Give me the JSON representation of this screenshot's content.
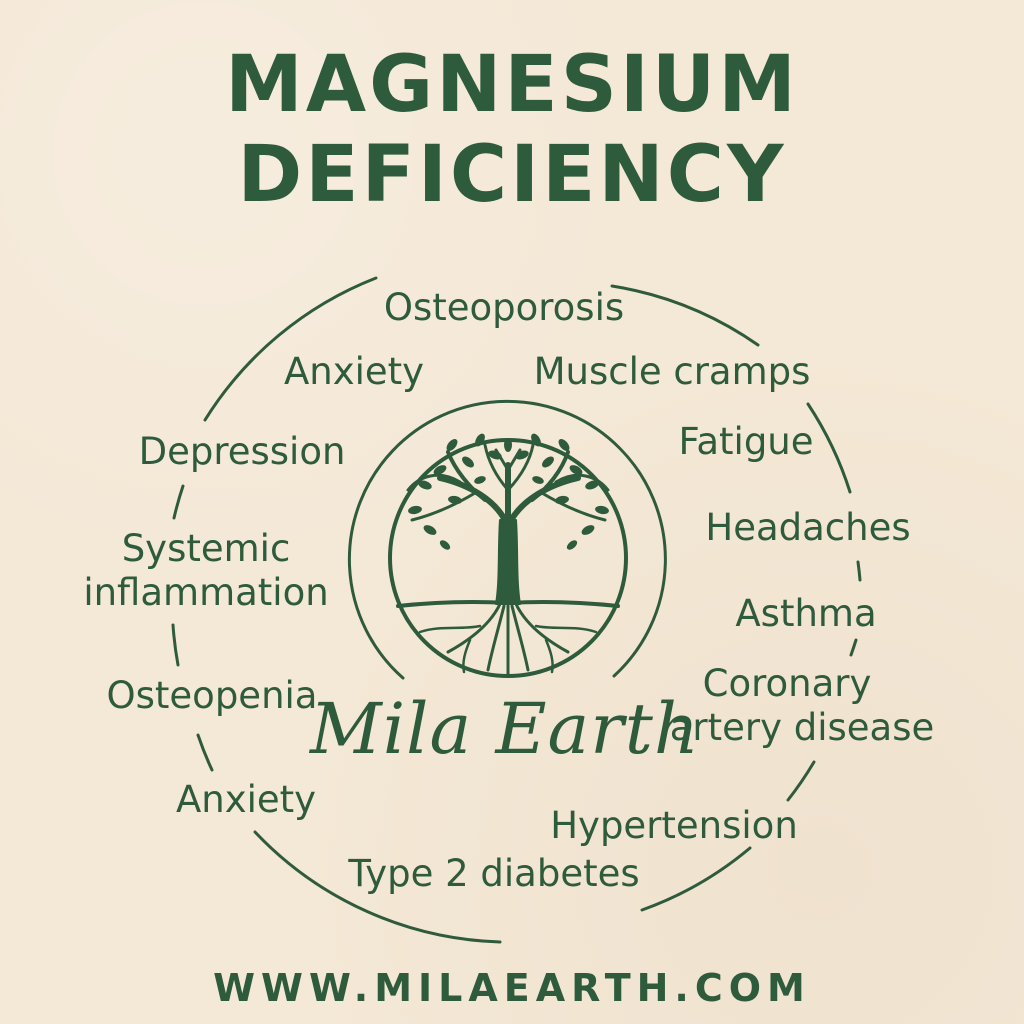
{
  "title": {
    "line1": "MAGNESIUM",
    "line2": "DEFICIENCY"
  },
  "symptoms": {
    "osteoporosis": "Osteoporosis",
    "anxiety_top": "Anxiety",
    "muscle_cramps": "Muscle cramps",
    "fatigue": "Fatigue",
    "depression": "Depression",
    "headaches": "Headaches",
    "systemic_inflammation": [
      "Systemic",
      "inflammation"
    ],
    "asthma": "Asthma",
    "coronary_artery_disease": [
      "Coronary",
      "artery disease"
    ],
    "osteopenia": "Osteopenia",
    "anxiety_bottom": "Anxiety",
    "hypertension": "Hypertension",
    "type2_diabetes": "Type 2 diabetes"
  },
  "brand": "Mila Earth",
  "url": "WWW.MILAEARTH.COM",
  "colors": {
    "background": "#f4e8d6",
    "ink": "#2f5b3d"
  },
  "icons": {
    "logo": "tree-of-life-icon"
  }
}
